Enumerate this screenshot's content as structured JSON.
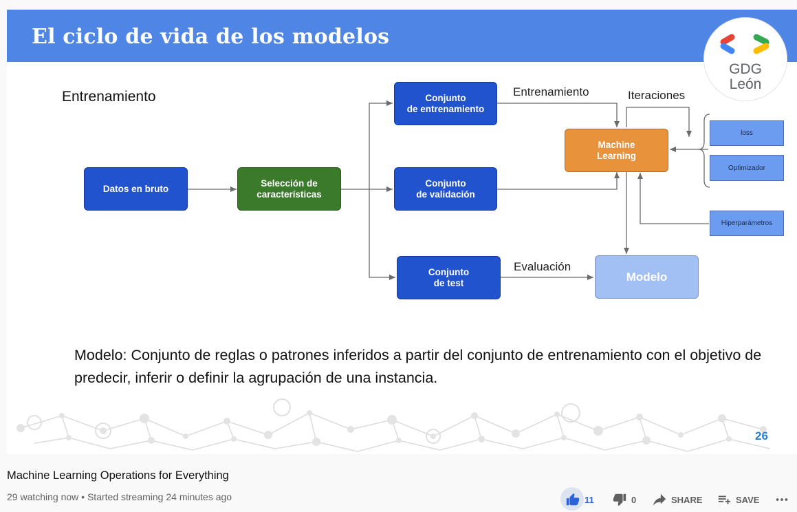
{
  "slide": {
    "title": "El ciclo de vida de los modelos",
    "logo_line1": "GDG",
    "logo_line2": "León",
    "section_heading": "Entrenamiento",
    "boxes": {
      "raw_data": "Datos en bruto",
      "feature_selection": "Selección de\ncaracterísticas",
      "train_set": "Conjunto\nde entrenamiento",
      "validation_set": "Conjunto\nde validación",
      "test_set": "Conjunto\nde test",
      "machine_learning": "Machine\nLearning",
      "model": "Modelo",
      "loss": "loss",
      "optimizer": "Optimizador",
      "hyperparameters": "Hiperparámetros"
    },
    "edge_labels": {
      "training": "Entrenamiento",
      "iterations": "Iteraciones",
      "evaluation": "Evaluación"
    },
    "definition": "Modelo: Conjunto de reglas o patrones inferidos a partir del conjunto de entrenamiento con el objetivo de predecir, inferir o definir la agrupación de una instancia.",
    "slide_number": "26",
    "colors": {
      "header": "#4f86e6",
      "dark_blue": "#2153cf",
      "green": "#3b7a2b",
      "orange": "#e8923b",
      "light_blue": "#a3c0f5"
    }
  },
  "video": {
    "title": "Machine Learning Operations for Everything",
    "meta": "29 watching now • Started streaming 24 minutes ago",
    "likes": "11",
    "dislikes": "0",
    "share_label": "SHARE",
    "save_label": "SAVE",
    "icons": {
      "like": "thumbs-up-icon",
      "dislike": "thumbs-down-icon",
      "share": "share-icon",
      "save": "playlist-add-icon",
      "more": "more-horiz-icon"
    }
  }
}
